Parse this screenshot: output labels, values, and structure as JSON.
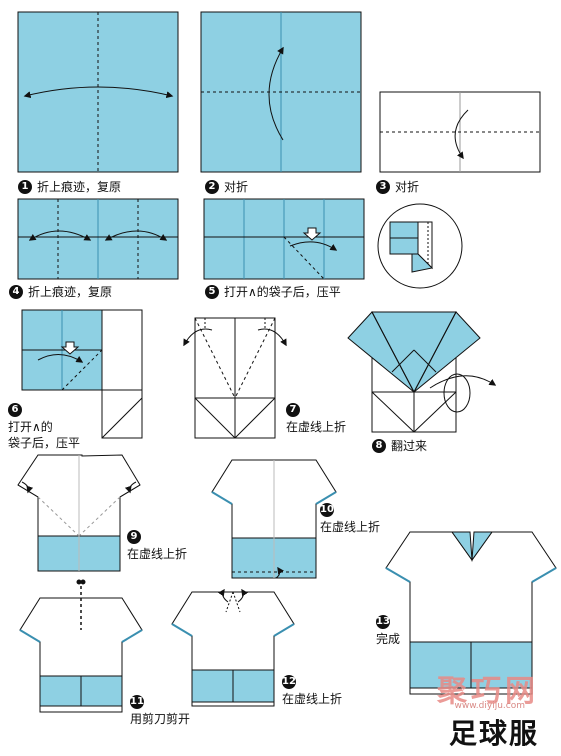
{
  "colors": {
    "blue": "#8ed0e3",
    "line": "#1a1a1a",
    "watermark": "#e88a86"
  },
  "steps": [
    {
      "num": "1",
      "text": "折上痕迹，复原"
    },
    {
      "num": "2",
      "text": "对折"
    },
    {
      "num": "3",
      "text": "对折"
    },
    {
      "num": "4",
      "text": "折上痕迹，复原"
    },
    {
      "num": "5",
      "text": "打开∧的袋子后，压平"
    },
    {
      "num": "6",
      "line1": "打开∧的",
      "line2": "袋子后，压平"
    },
    {
      "num": "7",
      "text": "在虚线上折"
    },
    {
      "num": "8",
      "text": "翻过来"
    },
    {
      "num": "9",
      "text": "在虚线上折"
    },
    {
      "num": "10",
      "text": "在虚线上折"
    },
    {
      "num": "11",
      "text": "用剪刀剪开"
    },
    {
      "num": "12",
      "text": "在虚线上折"
    },
    {
      "num": "13",
      "text": "完成"
    }
  ],
  "title": "足球服",
  "watermark": {
    "brand": "聚巧网",
    "url": "www.diyiju.com"
  }
}
